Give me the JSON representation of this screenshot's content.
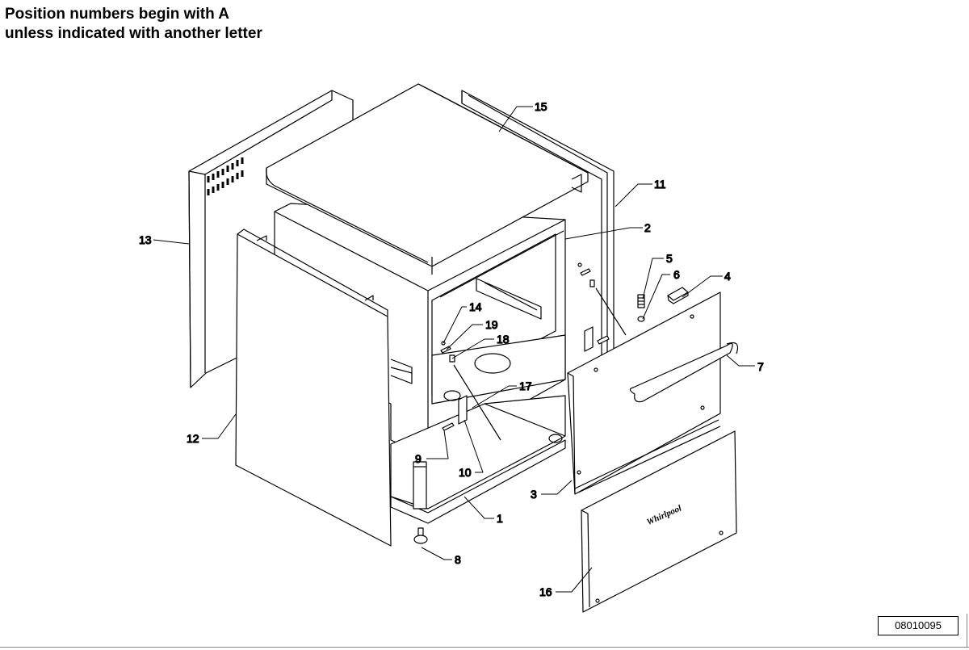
{
  "header": {
    "line1": "Position numbers begin with A",
    "line2": "unless indicated with another letter"
  },
  "callouts": {
    "c1": "1",
    "c2": "2",
    "c3": "3",
    "c4": "4",
    "c5": "5",
    "c6": "6",
    "c7": "7",
    "c8": "8",
    "c9": "9",
    "c10": "10",
    "c11": "11",
    "c12": "12",
    "c13": "13",
    "c14": "14",
    "c15": "15",
    "c16": "16",
    "c17": "17",
    "c18": "18",
    "c19": "19"
  },
  "brand": "Whirlpool",
  "drawing_code": "08010095",
  "colors": {
    "line": "#000000",
    "panel": "#ffffff"
  }
}
